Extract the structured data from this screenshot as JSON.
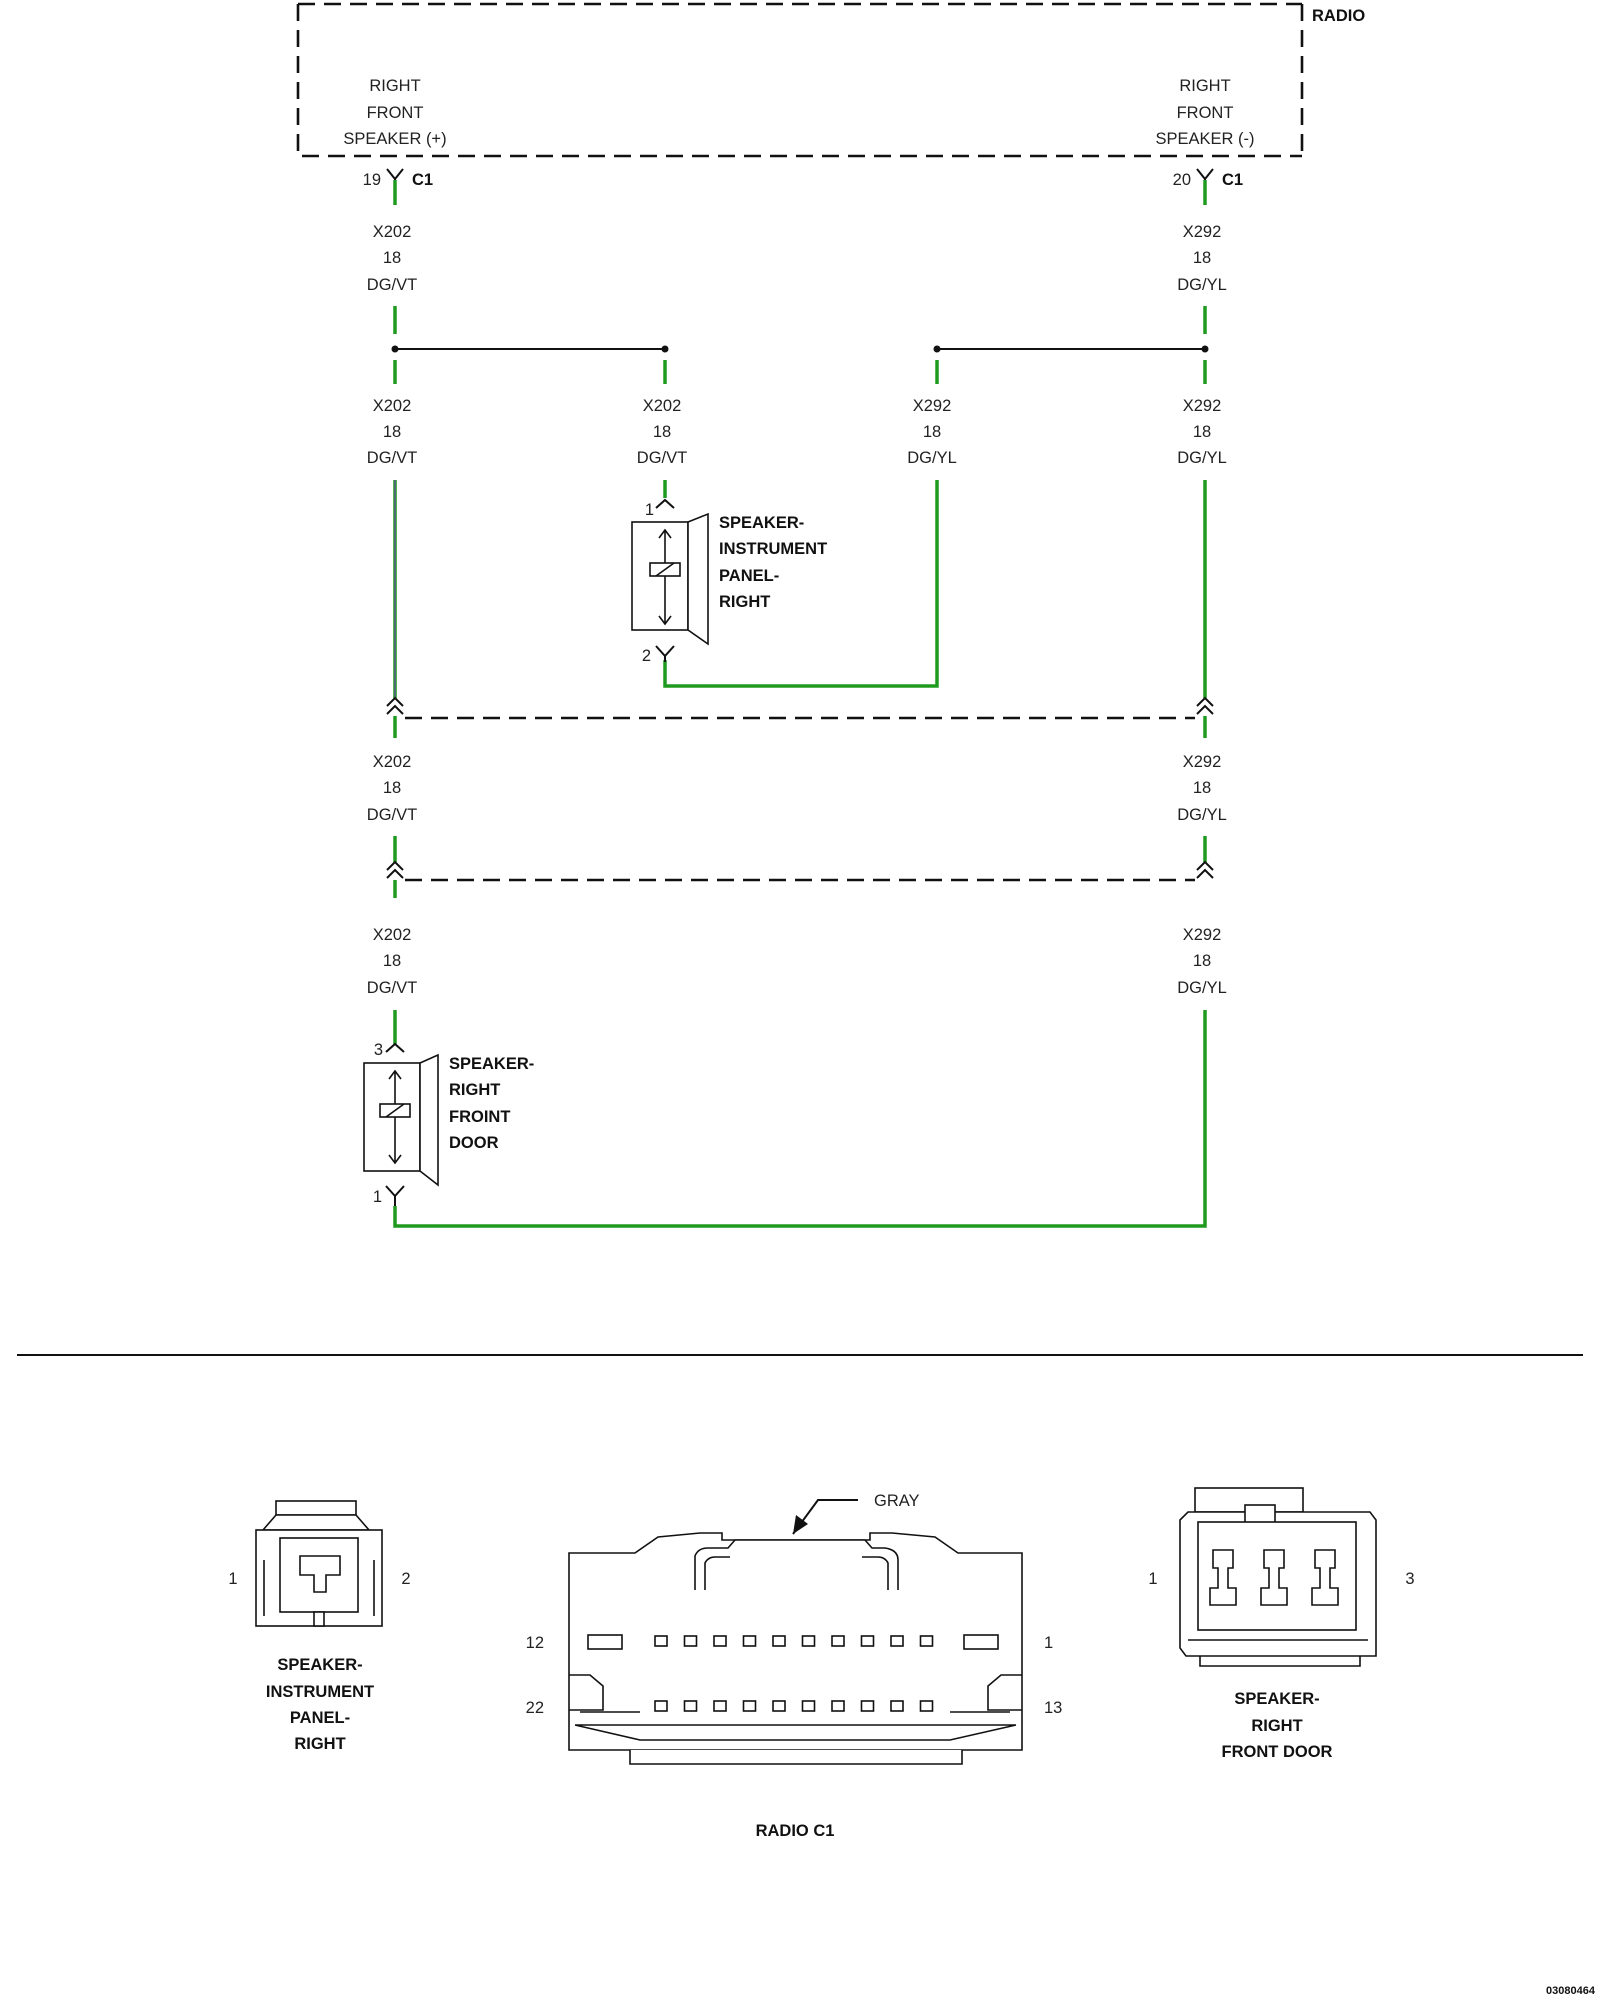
{
  "radio": {
    "label": "RADIO",
    "left_circuit": [
      "RIGHT",
      "FRONT",
      "SPEAKER (+)"
    ],
    "right_circuit": [
      "RIGHT",
      "FRONT",
      "SPEAKER (-)"
    ],
    "left_pin": "19",
    "right_pin": "20",
    "connector": "C1"
  },
  "wires": {
    "dgvt": [
      "X202",
      "18",
      "DG/VT"
    ],
    "dgyl": [
      "X292",
      "18",
      "DG/YL"
    ]
  },
  "speaker_ip": {
    "name": [
      "SPEAKER-",
      "INSTRUMENT",
      "PANEL-",
      "RIGHT"
    ],
    "pin_top": "1",
    "pin_bottom": "2"
  },
  "speaker_door": {
    "name": [
      "SPEAKER-",
      "RIGHT",
      "FROINT",
      "DOOR"
    ],
    "pin_top": "3",
    "pin_bottom": "1"
  },
  "connectors": {
    "ip": {
      "name": [
        "SPEAKER-",
        "INSTRUMENT",
        "PANEL-",
        "RIGHT"
      ],
      "pin_left": "1",
      "pin_right": "2"
    },
    "radio_c1": {
      "name": "RADIO C1",
      "color": "GRAY",
      "pins": [
        "12",
        "1",
        "22",
        "13"
      ]
    },
    "door": {
      "name": [
        "SPEAKER-",
        "RIGHT",
        "FRONT DOOR"
      ],
      "pin_left": "1",
      "pin_right": "3"
    }
  },
  "diagram_id": "03080464",
  "colors": {
    "wire_green": "#1f9a1f",
    "wire_stripe_violet": "#6a4aa8"
  }
}
